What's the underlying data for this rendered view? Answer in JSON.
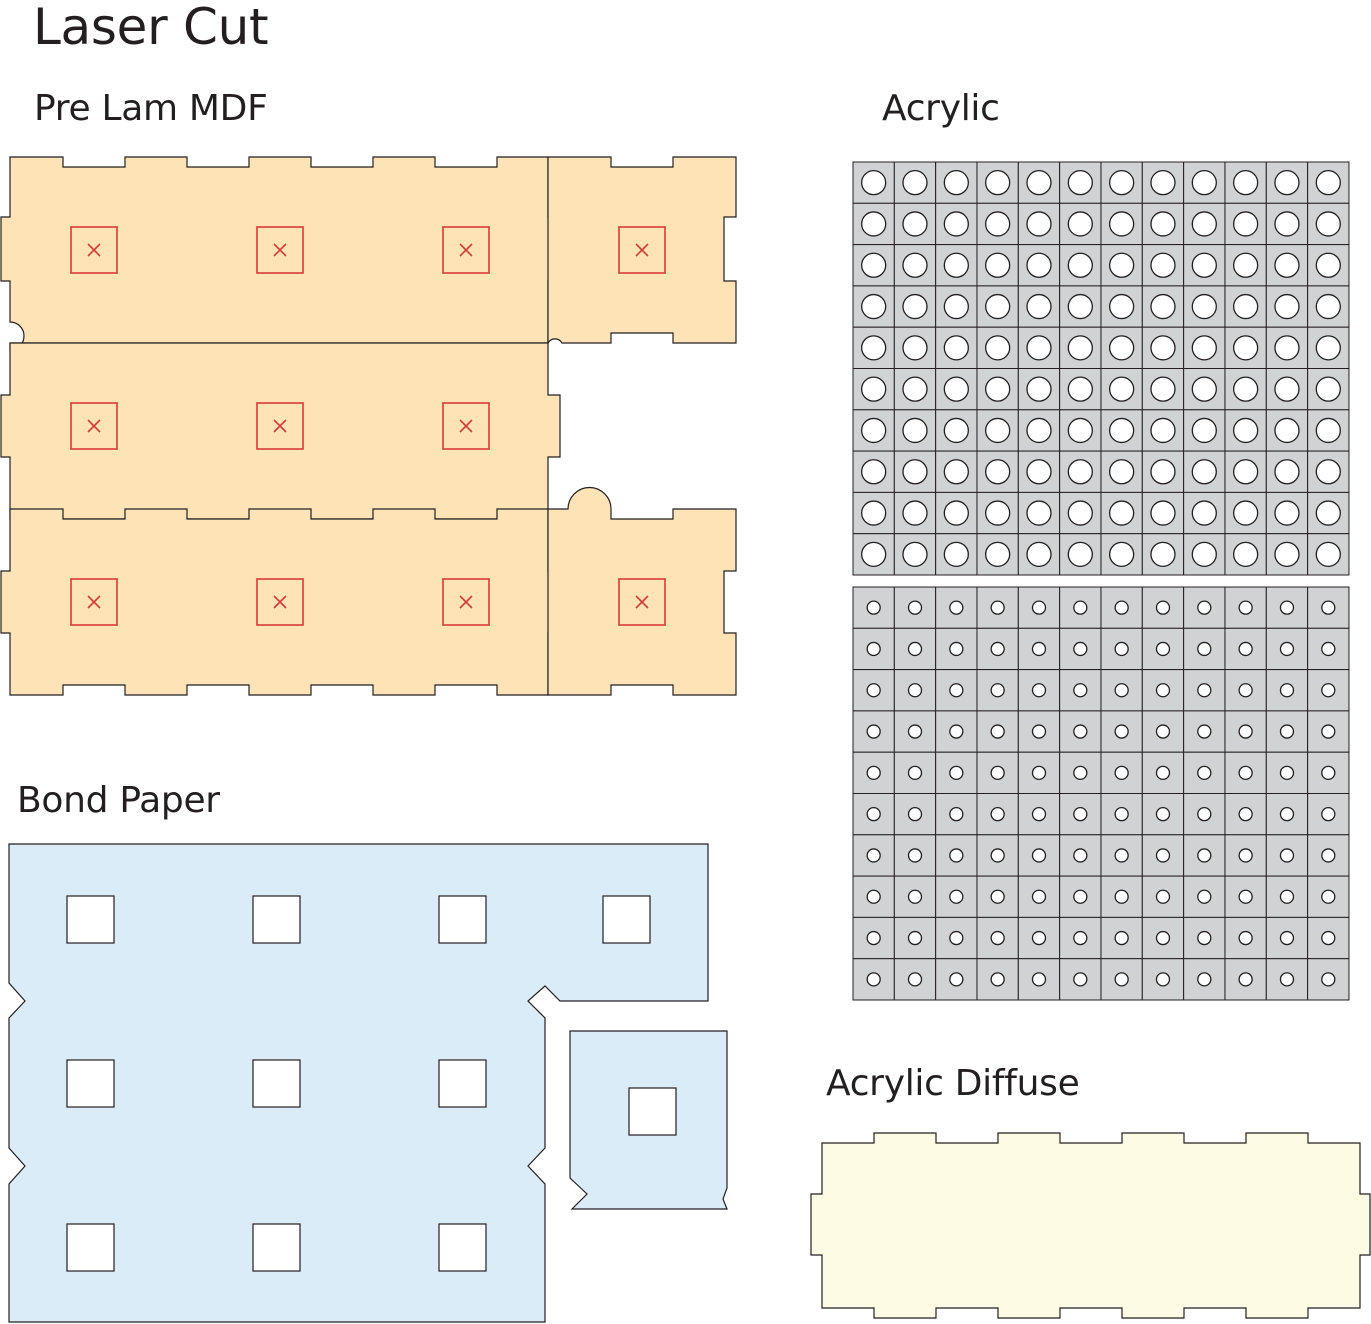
{
  "title": "Laser Cut",
  "sections": {
    "mdf": {
      "label": "Pre Lam MDF",
      "color": "#fde3b6"
    },
    "acrylic": {
      "label": "Acrylic",
      "color": "#d1d2d4"
    },
    "bond": {
      "label": "Bond Paper",
      "color": "#daecf7"
    },
    "diffuse": {
      "label": "Acrylic Diffuse",
      "color": "#fefbe4"
    }
  },
  "mark_color": "#d83a3a",
  "acrylic_grid": {
    "rows": 10,
    "cols": 12,
    "panels": 2
  }
}
